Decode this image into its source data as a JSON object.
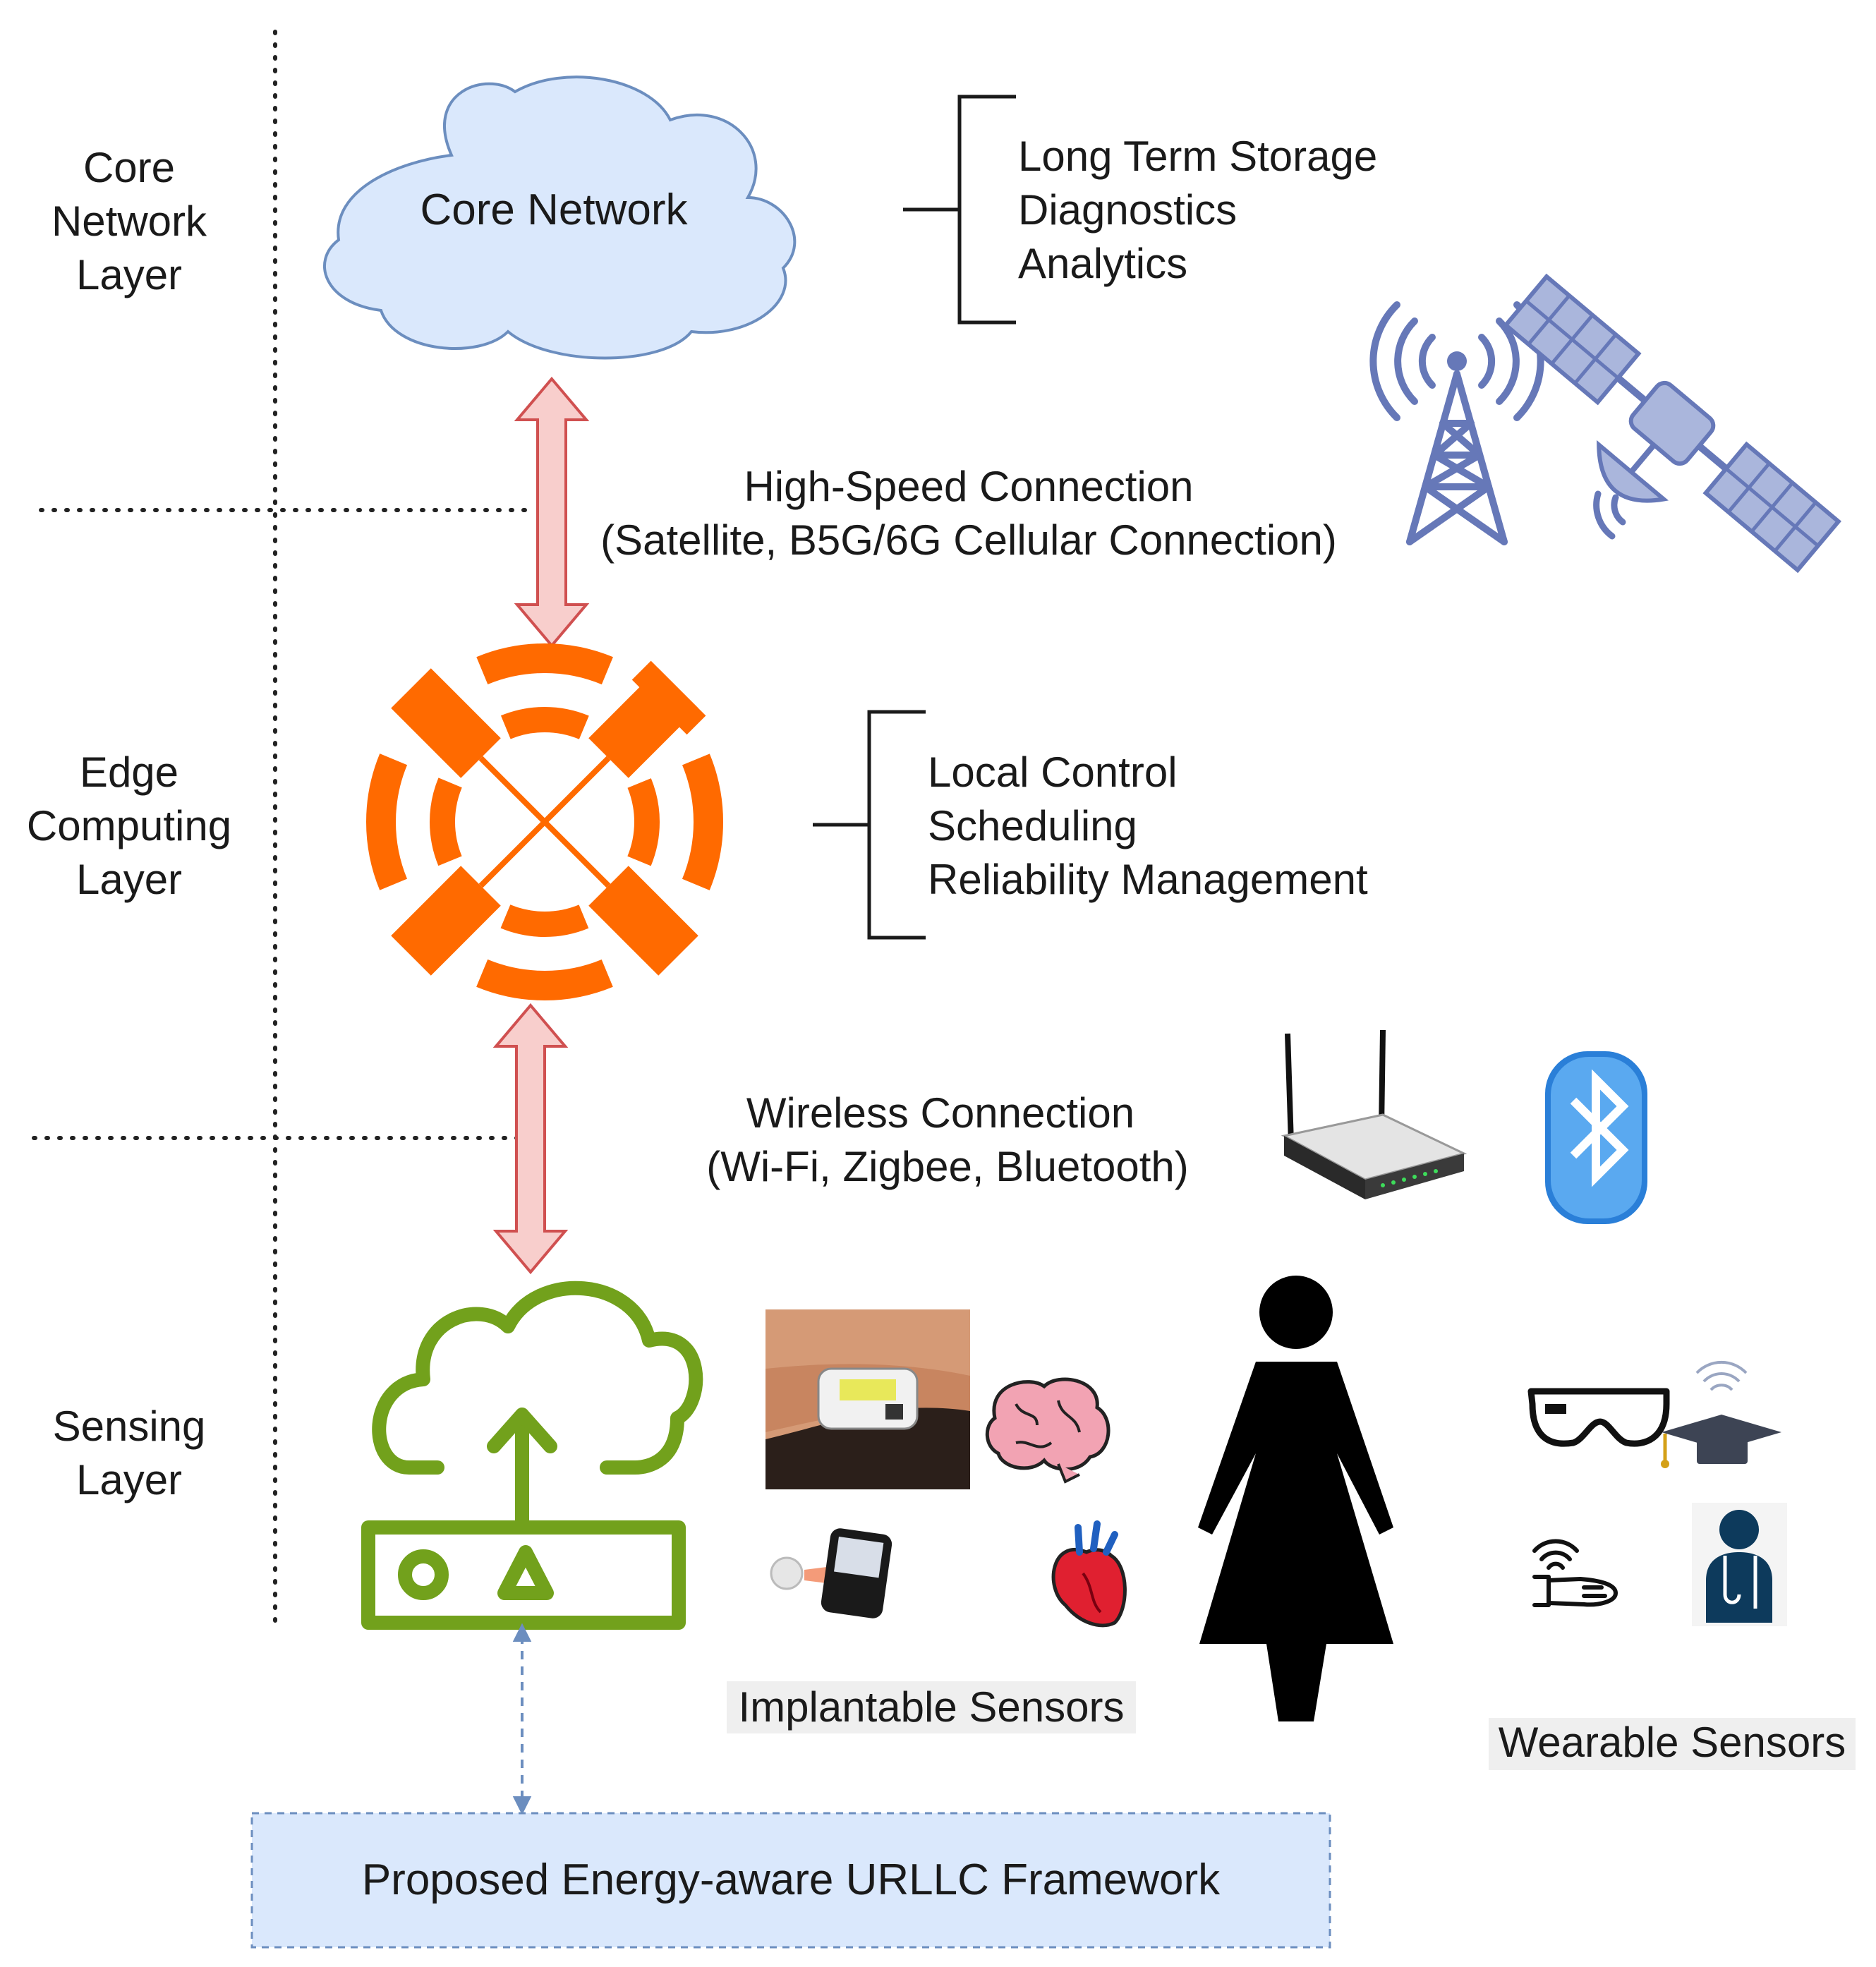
{
  "layers": {
    "core": [
      "Core",
      "Network",
      "Layer"
    ],
    "edge": [
      "Edge",
      "Computing",
      "Layer"
    ],
    "sensing": [
      "Sensing",
      "Layer"
    ]
  },
  "core_network": {
    "cloud_label": "Core Network",
    "functions": [
      "Long Term Storage",
      "Diagnostics",
      "Analytics"
    ]
  },
  "high_speed": {
    "line1": "High-Speed Connection",
    "line2": "(Satellite, B5G/6G Cellular Connection)"
  },
  "edge": {
    "functions": [
      "Local Control",
      "Scheduling",
      "Reliability Management"
    ]
  },
  "wireless": {
    "line1": "Wireless Connection",
    "line2": "(Wi-Fi, Zigbee, Bluetooth)"
  },
  "sensors": {
    "implantable_label": "Implantable Sensors",
    "wearable_label": "Wearable Sensors"
  },
  "framework": {
    "label": "Proposed Energy-aware URLLC Framework"
  },
  "colors": {
    "cloud_fill": "#dae8fc",
    "cloud_stroke": "#6c8ebf",
    "edge_orange": "#ff6a00",
    "sensing_green": "#72a11c",
    "arrow_fill": "#f8cecc",
    "arrow_stroke": "#d05050",
    "icon_blue": "#6678b8",
    "framework_fill": "#dae8fc"
  }
}
